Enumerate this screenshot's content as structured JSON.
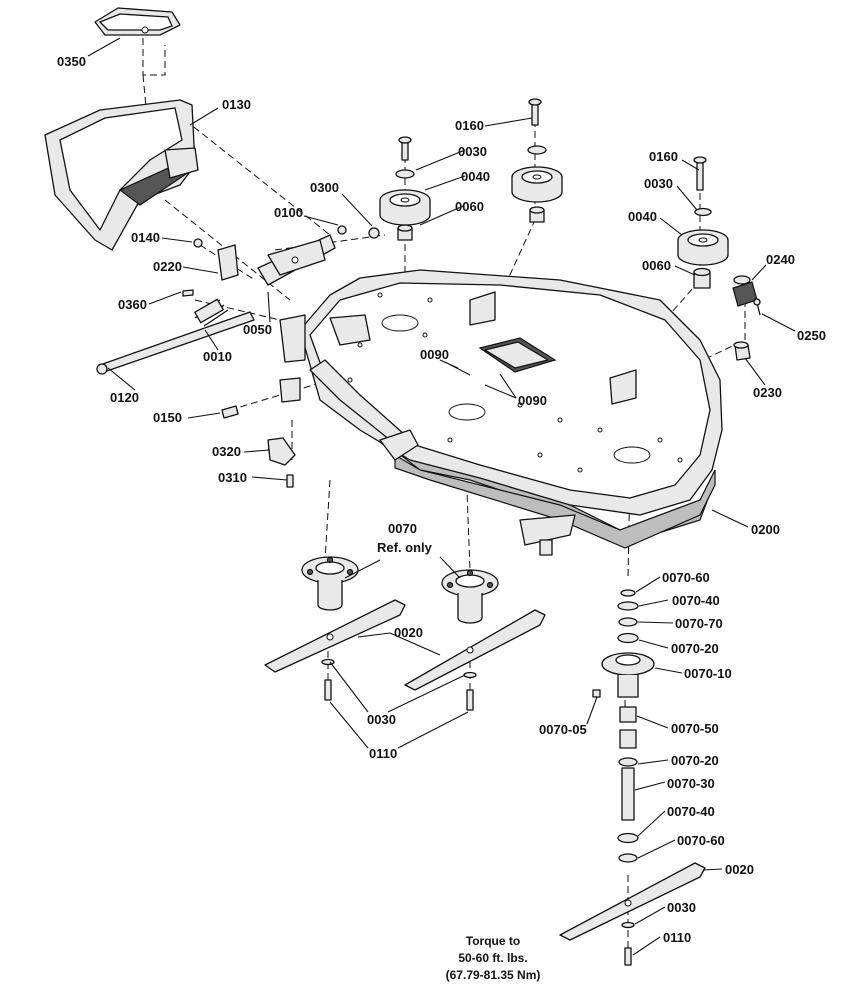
{
  "callouts": {
    "c0350": "0350",
    "c0130": "0130",
    "c0160a": "0160",
    "c0030a": "0030",
    "c0040a": "0040",
    "c0060a": "0060",
    "c0300": "0300",
    "c0100": "0100",
    "c0140": "0140",
    "c0220": "0220",
    "c0360": "0360",
    "c0050": "0050",
    "c0010": "0010",
    "c0120": "0120",
    "c0090a": "0090",
    "c0090b": "0090",
    "c0150": "0150",
    "c0320": "0320",
    "c0310": "0310",
    "c0160b": "0160",
    "c0030b": "0030",
    "c0040b": "0040",
    "c0060b": "0060",
    "c0240": "0240",
    "c0250": "0250",
    "c0230": "0230",
    "c0200": "0200",
    "c0070": "0070",
    "c0070ref": "Ref. only",
    "c0020a": "0020",
    "c0030c": "0030",
    "c0110a": "0110",
    "c0070_60a": "0070-60",
    "c0070_40a": "0070-40",
    "c0070_70": "0070-70",
    "c0070_20a": "0070-20",
    "c0070_10": "0070-10",
    "c0070_05": "0070-05",
    "c0070_50": "0070-50",
    "c0070_20b": "0070-20",
    "c0070_30": "0070-30",
    "c0070_40b": "0070-40",
    "c0070_60b": "0070-60",
    "c0020b": "0020",
    "c0030d": "0030",
    "c0110b": "0110"
  },
  "torque_note": {
    "line1": "Torque to",
    "line2": "50-60 ft. lbs.",
    "line3": "(67.79-81.35 Nm)"
  }
}
